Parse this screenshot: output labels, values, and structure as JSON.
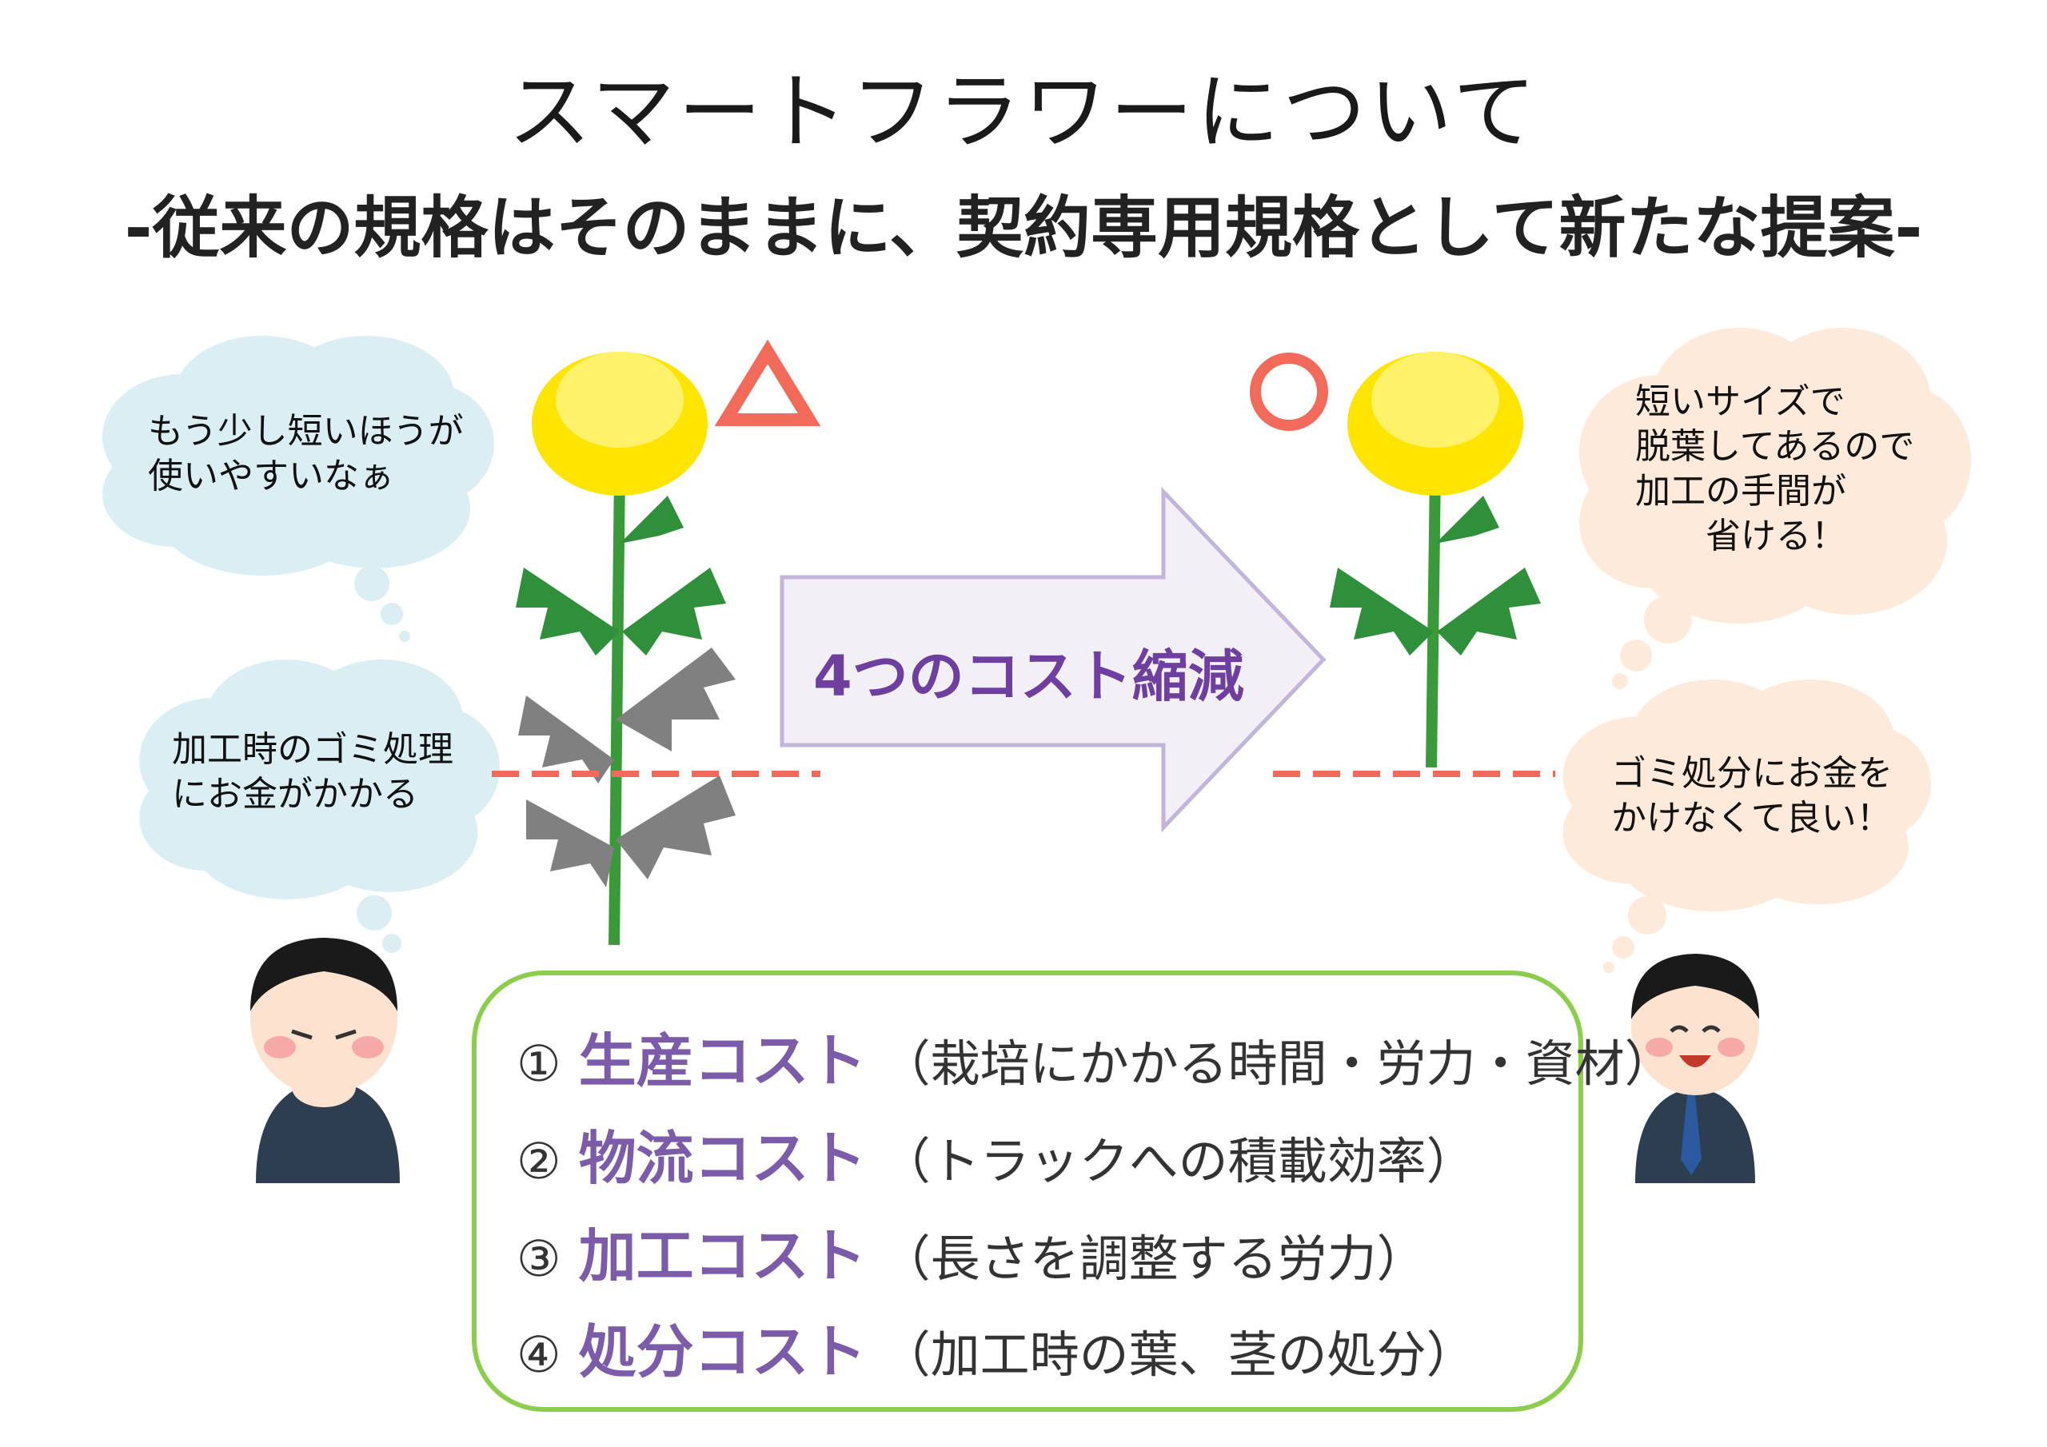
{
  "title": "スマートフラワーについて",
  "subtitle": "-従来の規格はそのままに、契約専用規格として新たな提案-",
  "left_clouds": [
    {
      "text": "もう少し短いほうが\n使いやすいなぁ"
    },
    {
      "text": "加工時のゴミ処理\nにお金がかかる"
    }
  ],
  "right_clouds": [
    {
      "text": "短いサイズで\n脱葉してあるので\n加工の手間が\n　　省ける！"
    },
    {
      "text": "ゴミ処分にお金を\nかけなくて良い！"
    }
  ],
  "arrow_label": "4つのコスト縮減",
  "marks": {
    "left": "triangle-icon",
    "right": "circle-icon"
  },
  "costs": [
    {
      "num": "①",
      "name": "生産コスト",
      "desc": "（栽培にかかる時間・労力・資材）"
    },
    {
      "num": "②",
      "name": "物流コスト",
      "desc": "（トラックへの積載効率）"
    },
    {
      "num": "③",
      "name": "加工コスト",
      "desc": "（長さを調整する労力）"
    },
    {
      "num": "④",
      "name": "処分コスト",
      "desc": "（加工時の葉、茎の処分）"
    }
  ],
  "colors": {
    "accent_purple": "#7c5ca8",
    "mark_red": "#f26a5a",
    "box_green": "#8ccd4e",
    "cloud_blue": "#daeef4",
    "cloud_peach": "#fdeadb",
    "flower_yellow": "#ffe400",
    "leaf_green": "#2f8f3a",
    "leaf_gray": "#808080"
  }
}
